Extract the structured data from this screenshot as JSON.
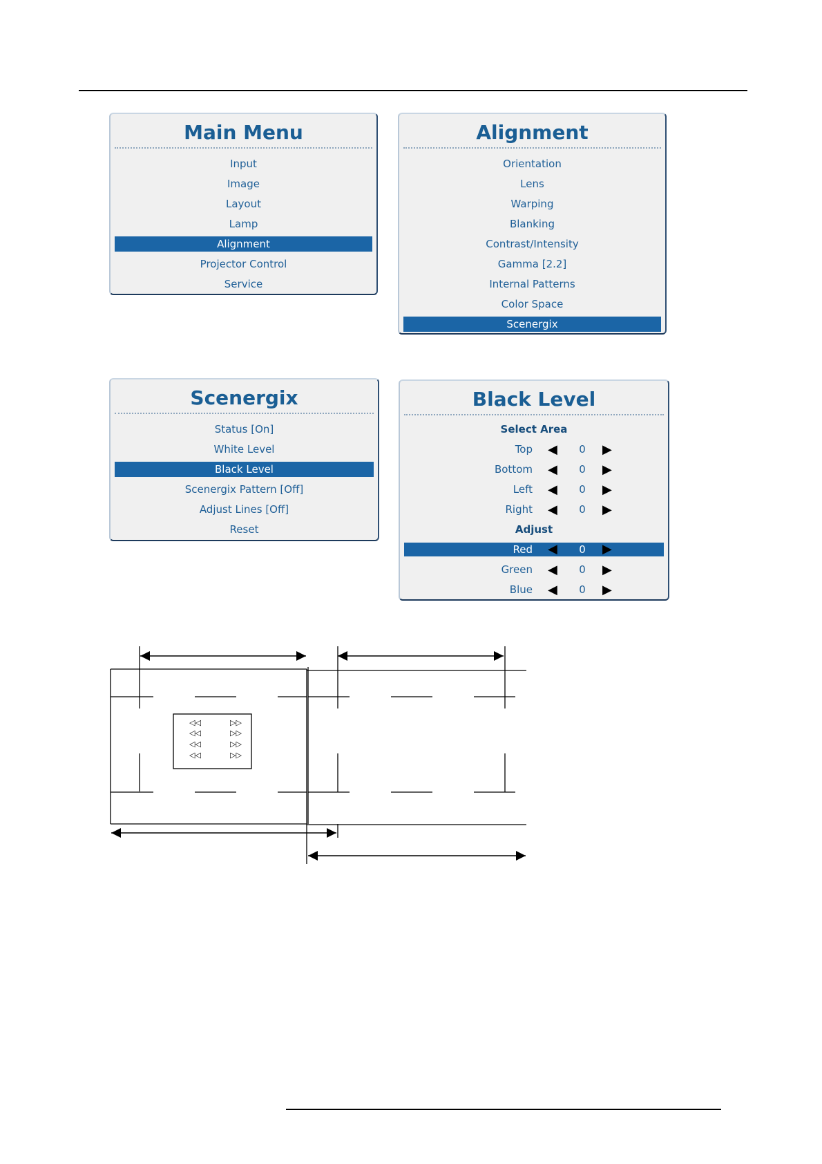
{
  "main_menu": {
    "title": "Main Menu",
    "items": [
      "Input",
      "Image",
      "Layout",
      "Lamp",
      "Alignment",
      "Projector Control",
      "Service"
    ],
    "selected": "Alignment"
  },
  "alignment_menu": {
    "title": "Alignment",
    "items": [
      "Orientation",
      "Lens",
      "Warping",
      "Blanking",
      "Contrast/Intensity",
      "Gamma [2.2]",
      "Internal Patterns",
      "Color Space",
      "Scenergix"
    ],
    "selected": "Scenergix"
  },
  "scenergix_menu": {
    "title": "Scenergix",
    "items": [
      "Status [On]",
      "White Level",
      "Black Level",
      "Scenergix Pattern [Off]",
      "Adjust Lines [Off]",
      "Reset"
    ],
    "selected": "Black Level"
  },
  "black_level_menu": {
    "title": "Black Level",
    "section_select_area": "Select Area",
    "select_area_rows": [
      {
        "label": "Top",
        "value": "0"
      },
      {
        "label": "Bottom",
        "value": "0"
      },
      {
        "label": "Left",
        "value": "0"
      },
      {
        "label": "Right",
        "value": "0"
      }
    ],
    "section_adjust": "Adjust",
    "adjust_rows": [
      {
        "label": "Red",
        "value": "0"
      },
      {
        "label": "Green",
        "value": "0"
      },
      {
        "label": "Blue",
        "value": "0"
      }
    ],
    "selected": "Red",
    "arrow_left_glyph": "◀",
    "arrow_right_glyph": "▶"
  },
  "diagram": {
    "arrow_glyphs_left": "◁◁",
    "arrow_glyphs_right": "▷▷"
  },
  "colors": {
    "accent": "#1b65a6",
    "title": "#1a5e94",
    "panel_bg": "#f0f0f0"
  }
}
